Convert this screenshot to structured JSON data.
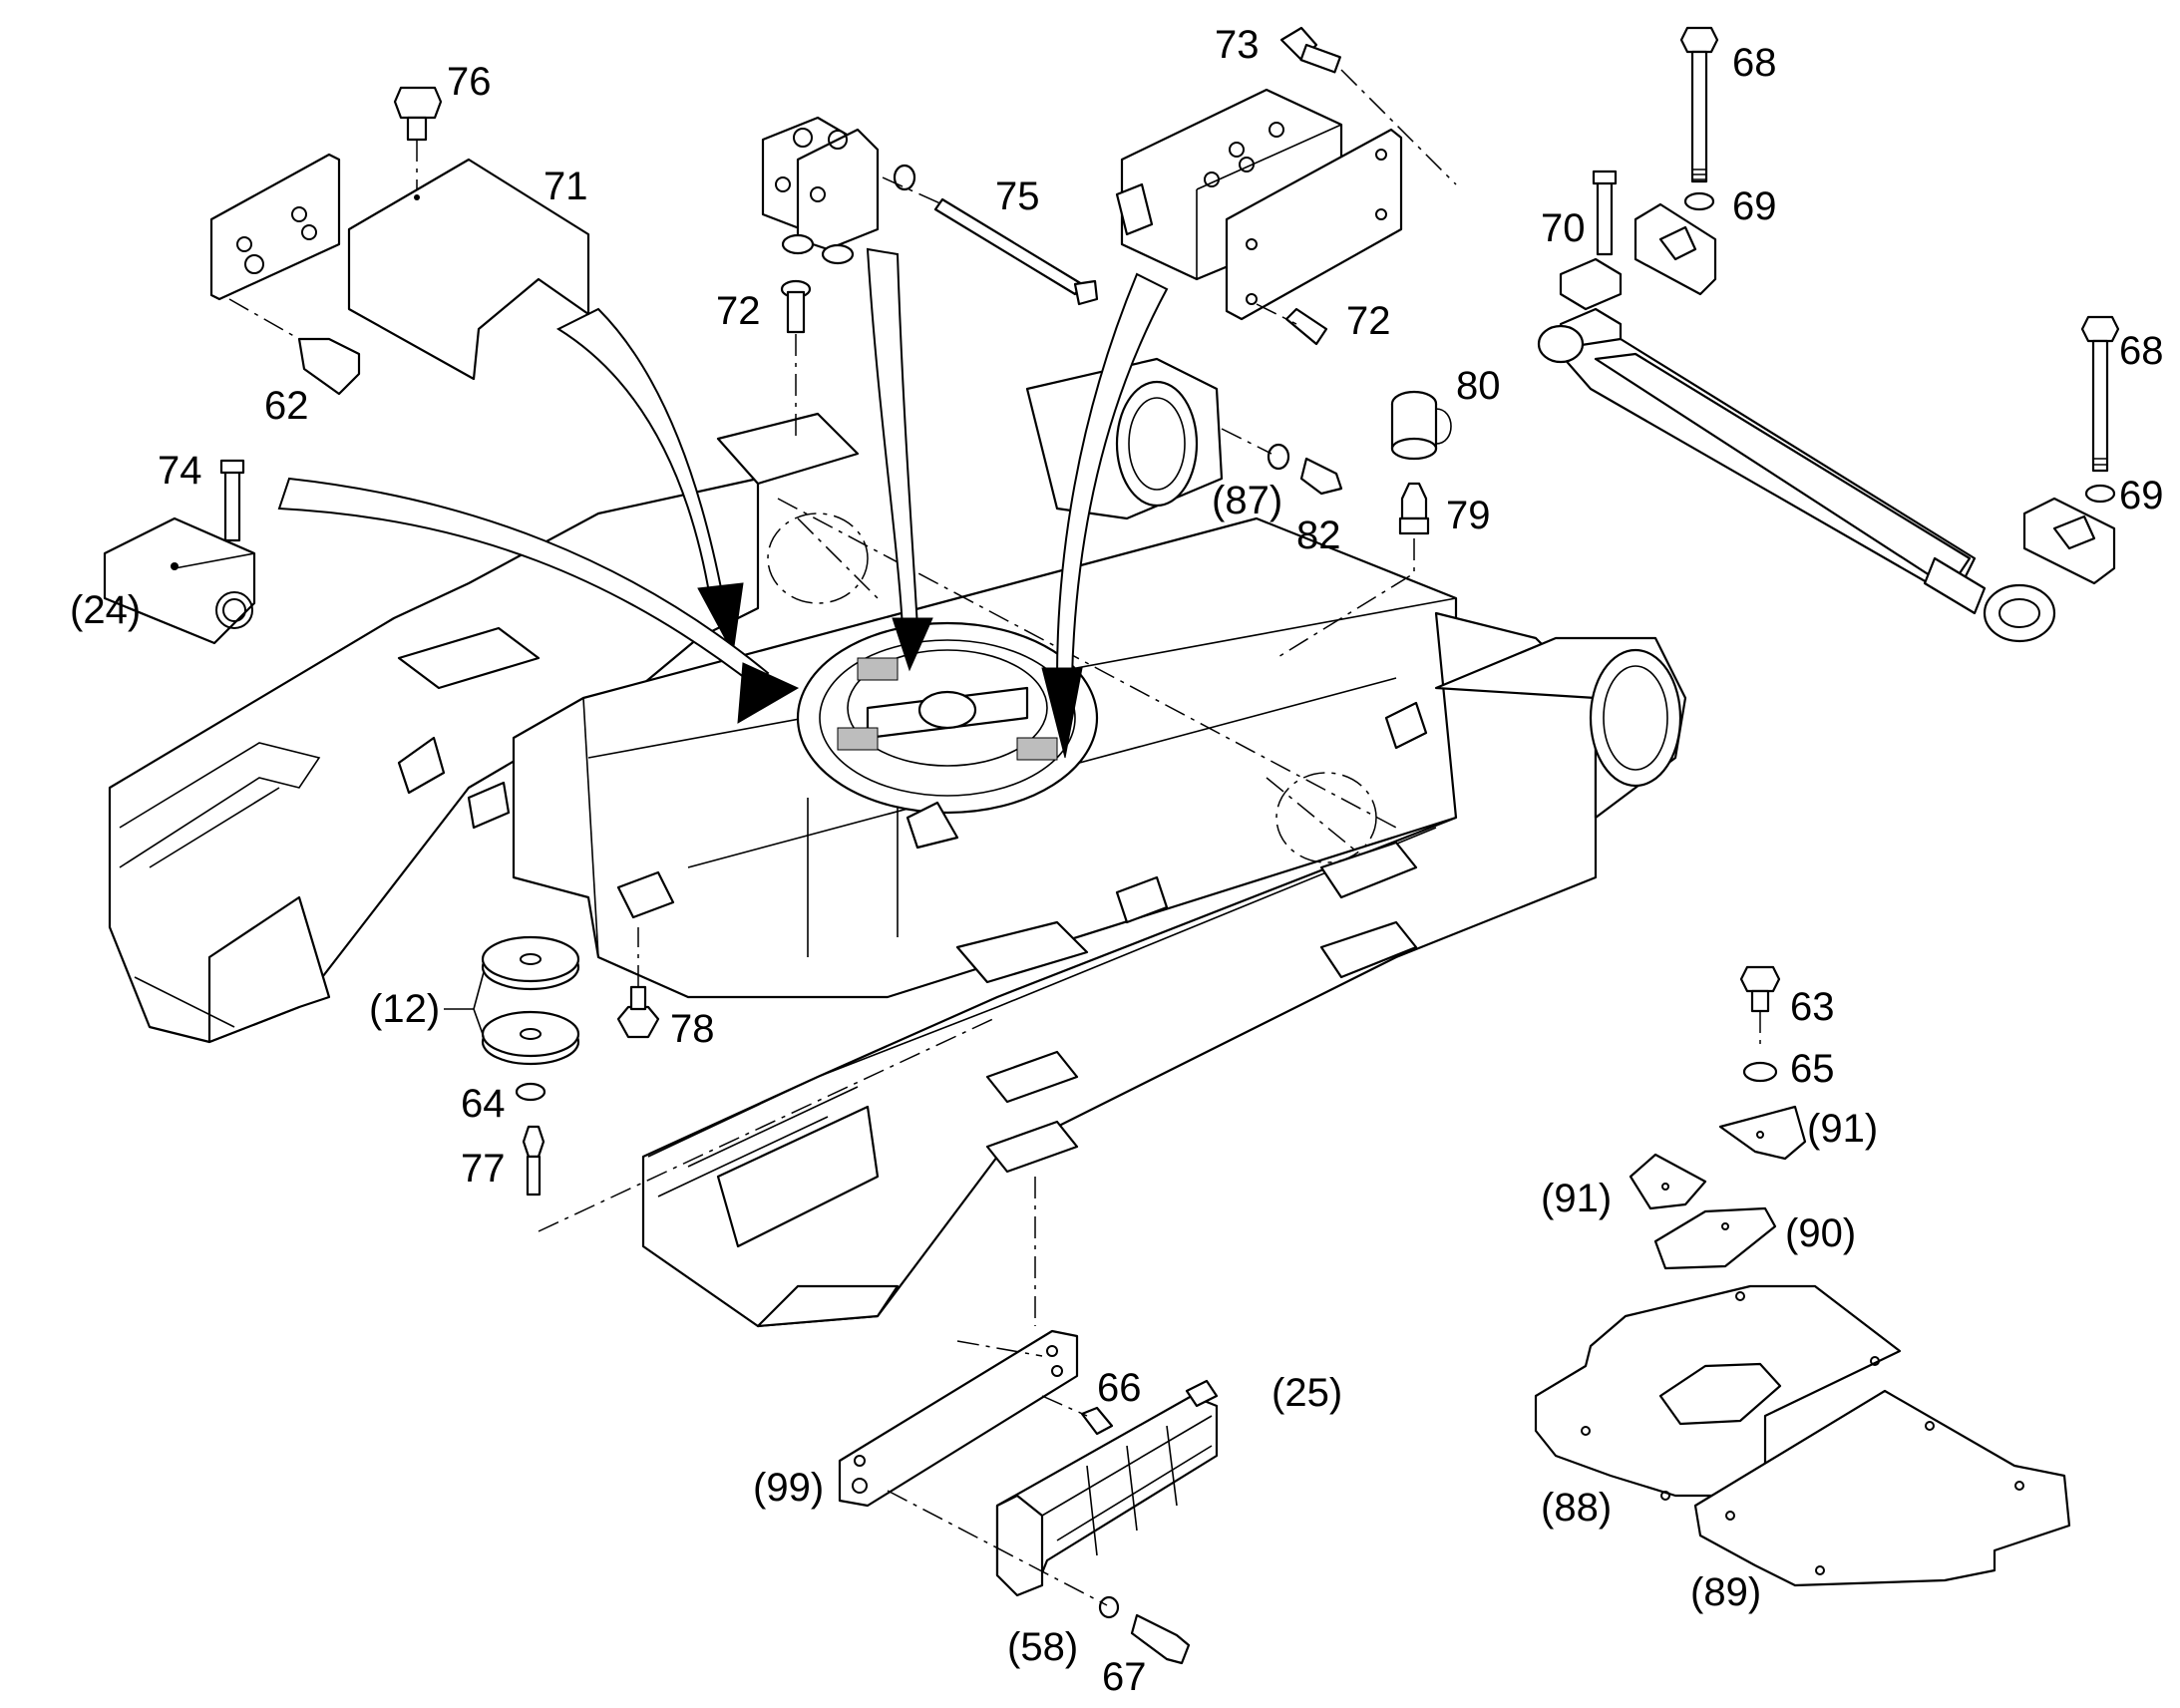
{
  "diagram": {
    "callouts": [
      {
        "id": "c76",
        "text": "76"
      },
      {
        "id": "c71",
        "text": "71"
      },
      {
        "id": "c62",
        "text": "62"
      },
      {
        "id": "c74",
        "text": "74"
      },
      {
        "id": "c24",
        "text": "(24)"
      },
      {
        "id": "c75",
        "text": "75"
      },
      {
        "id": "c72a",
        "text": "72"
      },
      {
        "id": "c73",
        "text": "73"
      },
      {
        "id": "c72b",
        "text": "72"
      },
      {
        "id": "c68a",
        "text": "68"
      },
      {
        "id": "c69a",
        "text": "69"
      },
      {
        "id": "c70",
        "text": "70"
      },
      {
        "id": "c68b",
        "text": "68"
      },
      {
        "id": "c69b",
        "text": "69"
      },
      {
        "id": "c80",
        "text": "80"
      },
      {
        "id": "c87",
        "text": "(87)"
      },
      {
        "id": "c82",
        "text": "82"
      },
      {
        "id": "c79",
        "text": "79"
      },
      {
        "id": "c12",
        "text": "(12)"
      },
      {
        "id": "c78",
        "text": "78"
      },
      {
        "id": "c64",
        "text": "64"
      },
      {
        "id": "c77",
        "text": "77"
      },
      {
        "id": "c63",
        "text": "63"
      },
      {
        "id": "c65",
        "text": "65"
      },
      {
        "id": "c91a",
        "text": "(91)"
      },
      {
        "id": "c91b",
        "text": "(91)"
      },
      {
        "id": "c90",
        "text": "(90)"
      },
      {
        "id": "c88",
        "text": "(88)"
      },
      {
        "id": "c89",
        "text": "(89)"
      },
      {
        "id": "c66",
        "text": "66"
      },
      {
        "id": "c25",
        "text": "(25)"
      },
      {
        "id": "c99",
        "text": "(99)"
      },
      {
        "id": "c58",
        "text": "(58)"
      },
      {
        "id": "c67",
        "text": "67"
      }
    ]
  }
}
